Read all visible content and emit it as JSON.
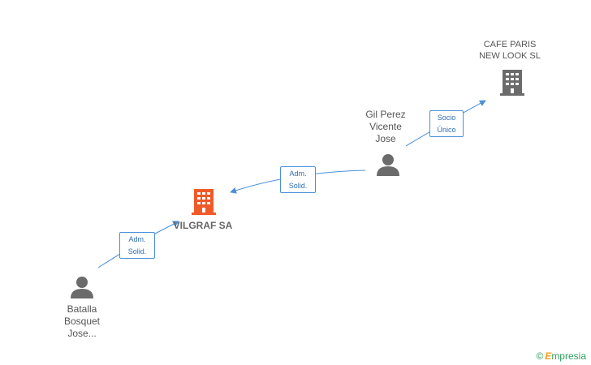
{
  "nodes": {
    "cafe_paris": {
      "label": "CAFE PARIS\nNEW LOOK SL",
      "type": "company",
      "color": "#6b6b6b"
    },
    "gil_perez": {
      "label": "Gil Perez\nVicente\nJose",
      "type": "person",
      "color": "#6b6b6b"
    },
    "vilgraf": {
      "label": "VILGRAF SA",
      "type": "company",
      "color": "#f05a28"
    },
    "batalla": {
      "label": "Batalla\nBosquet\nJose...",
      "type": "person",
      "color": "#6b6b6b"
    }
  },
  "edges": [
    {
      "from": "gil_perez",
      "to": "cafe_paris",
      "label": "Socio\nÚnico"
    },
    {
      "from": "gil_perez",
      "to": "vilgraf",
      "label": "Adm.\nSolid."
    },
    {
      "from": "batalla",
      "to": "vilgraf",
      "label": "Adm.\nSolid."
    }
  ],
  "watermark": {
    "symbol": "©",
    "initial": "E",
    "rest": "mpresia"
  },
  "colors": {
    "edge": "#4a90d9",
    "label_text": "#2f6fb8"
  }
}
